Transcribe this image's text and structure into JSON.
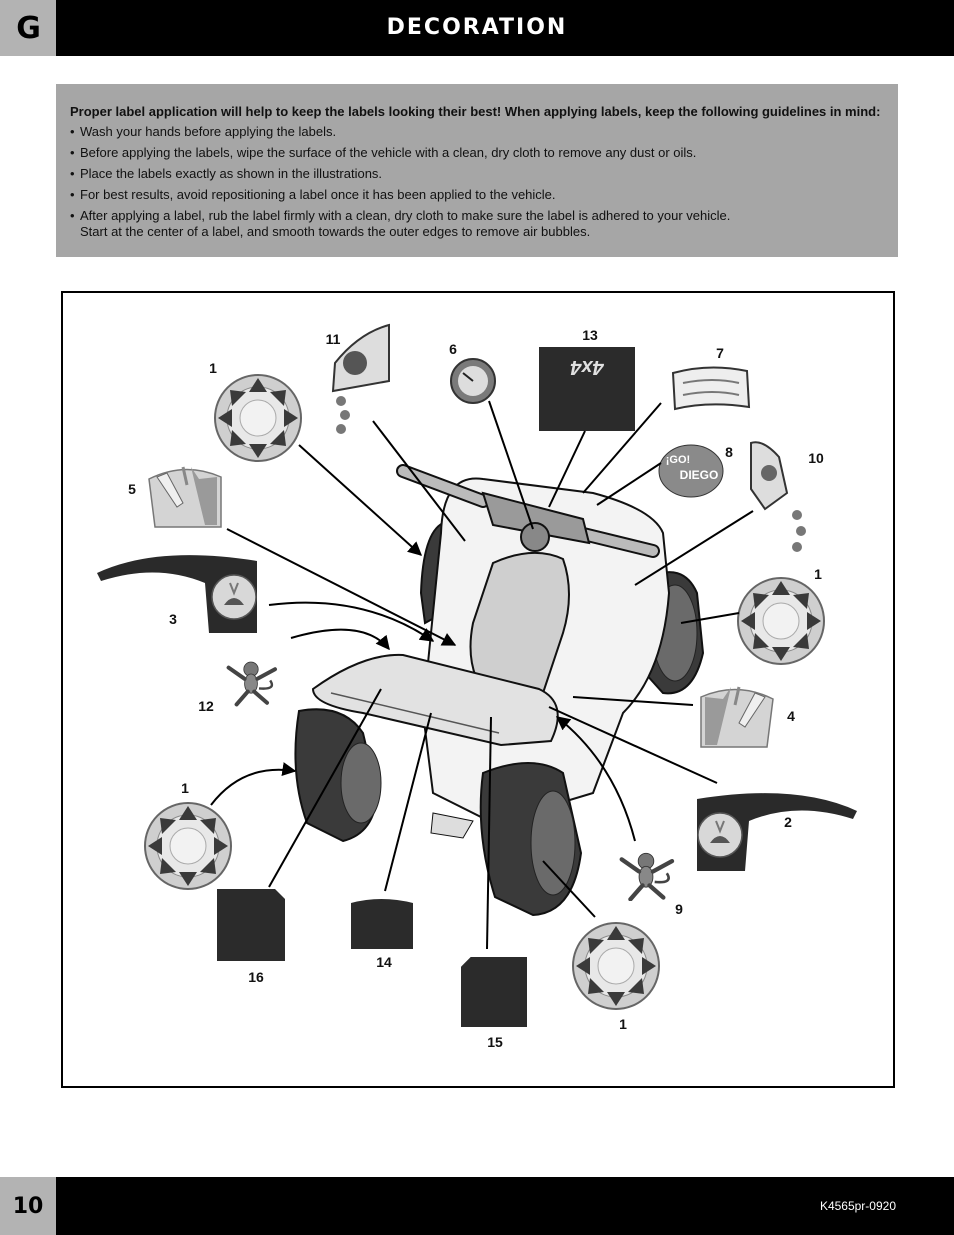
{
  "header": {
    "section_letter": "G",
    "title": "DECORATION"
  },
  "guidelines": {
    "intro": "Proper label application will help to keep the labels looking their best! When applying labels, keep the following guidelines in mind:",
    "items": [
      "Wash your hands before applying the labels.",
      "Before applying the labels, wipe the surface of the vehicle with a clean, dry cloth to remove any dust or oils.",
      "Place the labels exactly as shown in the illustrations.",
      "For best results, avoid repositioning a label once it has been applied to the vehicle.",
      "After applying a label, rub the label firmly with a clean, dry cloth to make sure the label is adhered to your vehicle.\nStart at the center of a label, and smooth towards the outer edges to remove air bubbles."
    ]
  },
  "diagram": {
    "callouts": {
      "wheel_top_left": "1",
      "wheel_right": "1",
      "wheel_bottom_left": "1",
      "wheel_bottom_right": "1",
      "fender_right": "2",
      "fender_left": "3",
      "panel_right": "4",
      "panel_left": "5",
      "speedometer": "6",
      "headlight": "7",
      "go_diego": "8",
      "monkey_right": "9",
      "jaguar": "10",
      "diego_portrait": "11",
      "monkey_left": "12",
      "logo_4x4": "13",
      "pad_14": "14",
      "pad_15": "15",
      "pad_16": "16"
    },
    "logo_text": "4x4",
    "go_text": "¡GO!",
    "diego_text": "DIEGO"
  },
  "footer": {
    "page_number": "10",
    "doc_code": "K4565pr-0920"
  }
}
